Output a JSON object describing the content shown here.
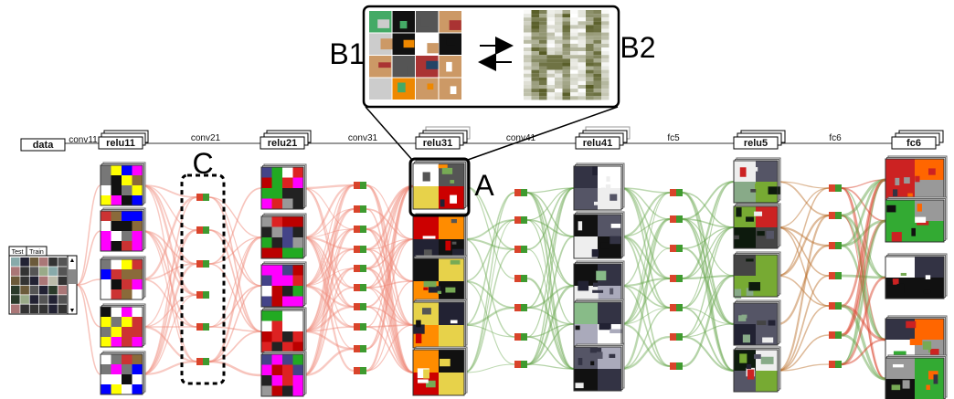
{
  "top_labels": {
    "data": "data",
    "conv11": "conv11",
    "relu11": "relu11",
    "conv21": "conv21",
    "relu21": "relu21",
    "conv31": "conv31",
    "relu31": "relu31",
    "conv41": "conv41",
    "relu41": "relu41",
    "fc5": "fc5",
    "relu5": "relu5",
    "fc6_edge": "fc6",
    "fc6": "fc6"
  },
  "callouts": {
    "A": "A",
    "B1": "B1",
    "B2": "B2",
    "C": "C"
  },
  "data_panel": {
    "tab_test": "Test",
    "tab_train": "Train",
    "scroll_up": "▲",
    "scroll_down": "▼"
  },
  "colors": {
    "red_edge": "#f08a7a",
    "green_edge": "#6aa84f",
    "mixed_edge": "#b5651d",
    "node_red": "#d9442b",
    "node_green": "#3f9a2f"
  }
}
